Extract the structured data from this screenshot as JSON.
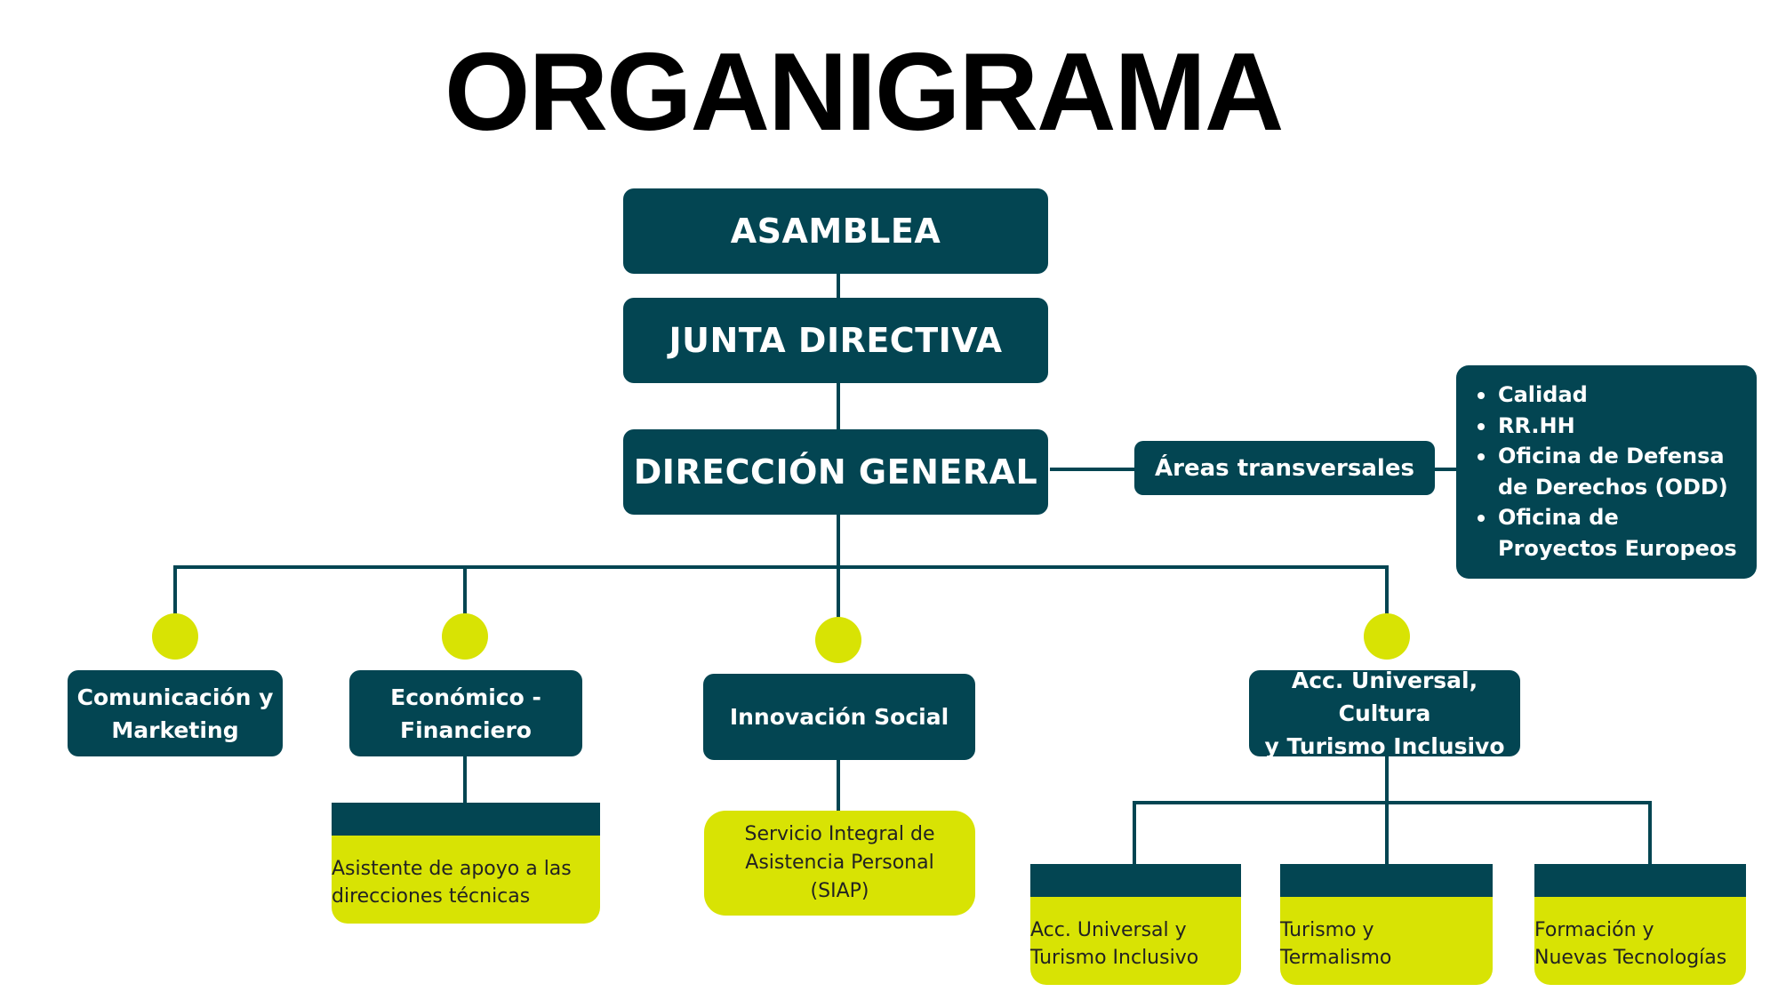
{
  "title": "ORGANIGRAMA",
  "colors": {
    "primary": "#034552",
    "accent": "#d8e304",
    "text_dark": "#222222",
    "title": "#000000"
  },
  "levels": {
    "asamblea": "ASAMBLEA",
    "junta": "JUNTA DIRECTIVA",
    "direccion": "DIRECCIÓN GENERAL"
  },
  "transversal": {
    "label": "Áreas transversales",
    "items": [
      "Calidad",
      "RR.HH",
      "Oficina de Defensa de Derechos (ODD)",
      "Oficina de Proyectos Europeos"
    ]
  },
  "departments": [
    {
      "label_l1": "Comunicación y",
      "label_l2": "Marketing"
    },
    {
      "label_l1": "Económico -",
      "label_l2": "Financiero"
    },
    {
      "label_l1": "Innovación Social"
    },
    {
      "label_l1": "Acc. Universal, Cultura",
      "label_l2": "y Turismo Inclusivo"
    }
  ],
  "subunits": {
    "asistente": {
      "l1": "Asistente de apoyo a las",
      "l2": "direcciones técnicas"
    },
    "siap": {
      "l1": "Servicio Integral de",
      "l2": "Asistencia Personal",
      "l3": "(SIAP)"
    },
    "acc_universal": {
      "l1": "Acc. Universal y",
      "l2": "Turismo Inclusivo"
    },
    "turismo": {
      "l1": "Turismo y",
      "l2": "Termalismo"
    },
    "formacion": {
      "l1": "Formación y",
      "l2": "Nuevas Tecnologías"
    }
  }
}
